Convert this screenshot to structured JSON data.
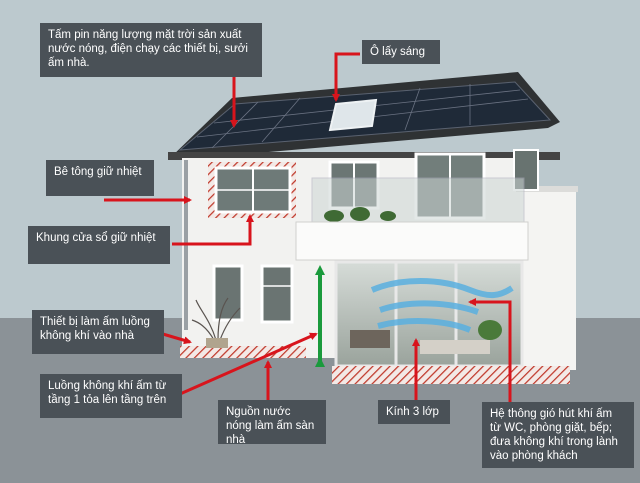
{
  "labels": {
    "solar_panels": "Tấm pin năng lượng mặt trời sản xuất nước nóng, điện chạy các thiết bị, sưởi ấm nhà.",
    "skylight": "Ô lấy sáng",
    "thermal_concrete": "Bê tông giữ nhiệt",
    "thermal_window_frame": "Khung cửa sổ giữ nhiệt",
    "air_heater": "Thiết bị làm ấm luồng không khí vào nhà",
    "warm_air_flow": "Luồng không khí ấm từ tầng 1 tỏa lên tầng trên",
    "floor_heating_water": "Nguồn nước nóng làm ấm sàn nhà",
    "triple_glass": "Kính 3 lớp",
    "ventilation_system": "Hệ thông gió hút khí ấm từ WC, phòng giặt, bếp; đưa không khí trong lành vào phòng khách"
  },
  "colors": {
    "background_sky": "#bcc9ce",
    "ground": "#8b9297",
    "label_box": "#4a5157",
    "arrow": "#d8141c",
    "vertical_arrow": "#1a9a3c",
    "warm_air": "#5ab0e0"
  }
}
